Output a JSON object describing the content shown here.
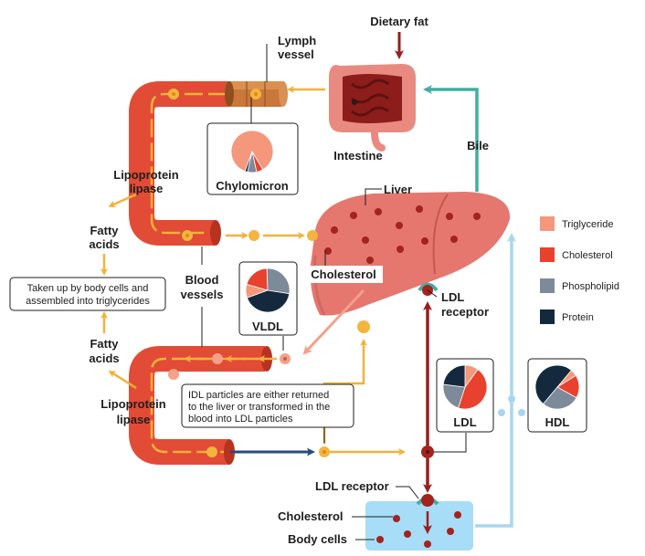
{
  "labels": {
    "dietary_fat": "Dietary fat",
    "lymph_vessel_1": "Lymph",
    "lymph_vessel_2": "vessel",
    "intestine": "Intestine",
    "bile": "Bile",
    "chylomicron": "Chylomicron",
    "liver": "Liver",
    "lipoprotein_lipase_top_1": "Lipoprotein",
    "lipoprotein_lipase_top_2": "lipase",
    "fatty_acids_top_1": "Fatty",
    "fatty_acids_top_2": "acids",
    "blood_vessels_1": "Blood",
    "blood_vessels_2": "vessels",
    "cholesterol_liver": "Cholesterol",
    "taken_up_1": "Taken up by body cells and",
    "taken_up_2": "assembled into triglycerides",
    "vldl": "VLDL",
    "ldl_receptor_liver_1": "LDL",
    "ldl_receptor_liver_2": "receptor",
    "fatty_acids_bottom_1": "Fatty",
    "fatty_acids_bottom_2": "acids",
    "idl_note_1": "IDL particles are either returned",
    "idl_note_2": "to the liver or transformed in the",
    "idl_note_3": "blood into LDL particles",
    "lipoprotein_lipase_bottom_1": "Lipoprotein",
    "lipoprotein_lipase_bottom_2": "lipase",
    "ldl": "LDL",
    "hdl": "HDL",
    "ldl_receptor_cells": "LDL receptor",
    "cholesterol_cells": "Cholesterol",
    "body_cells": "Body cells"
  },
  "legend": [
    {
      "label": "Triglyceride",
      "color": "#F4977A"
    },
    {
      "label": "Cholesterol",
      "color": "#E8412E"
    },
    {
      "label": "Phospholipid",
      "color": "#7C8A99"
    },
    {
      "label": "Protein",
      "color": "#14293D"
    }
  ],
  "composition": {
    "chylomicron": [
      {
        "component": "Triglyceride",
        "share": 0.86
      },
      {
        "component": "Cholesterol",
        "share": 0.05
      },
      {
        "component": "Phospholipid",
        "share": 0.07
      },
      {
        "component": "Protein",
        "share": 0.02
      }
    ],
    "vldl": [
      {
        "component": "Triglyceride",
        "share": 0.1
      },
      {
        "component": "Cholesterol",
        "share": 0.2
      },
      {
        "component": "Phospholipid",
        "share": 0.28
      },
      {
        "component": "Protein",
        "share": 0.42
      }
    ],
    "ldl": [
      {
        "component": "Triglyceride",
        "share": 0.1
      },
      {
        "component": "Cholesterol",
        "share": 0.45
      },
      {
        "component": "Phospholipid",
        "share": 0.22
      },
      {
        "component": "Protein",
        "share": 0.23
      }
    ],
    "hdl": [
      {
        "component": "Triglyceride",
        "share": 0.05
      },
      {
        "component": "Cholesterol",
        "share": 0.17
      },
      {
        "component": "Phospholipid",
        "share": 0.28
      },
      {
        "component": "Protein",
        "share": 0.5
      }
    ]
  },
  "colors": {
    "vessel": "#E24B35",
    "vessel_dark": "#B7331F",
    "arrow_orange": "#F2B23A",
    "arrow_navy": "#2A4A7B",
    "arrow_teal": "#41AEA4",
    "arrow_lightblue": "#A8D6F1",
    "arrow_maroon": "#991E1E",
    "liver": "#E5776F",
    "particle_dark": "#A3231F",
    "body_cells": "#A7DDF7"
  }
}
